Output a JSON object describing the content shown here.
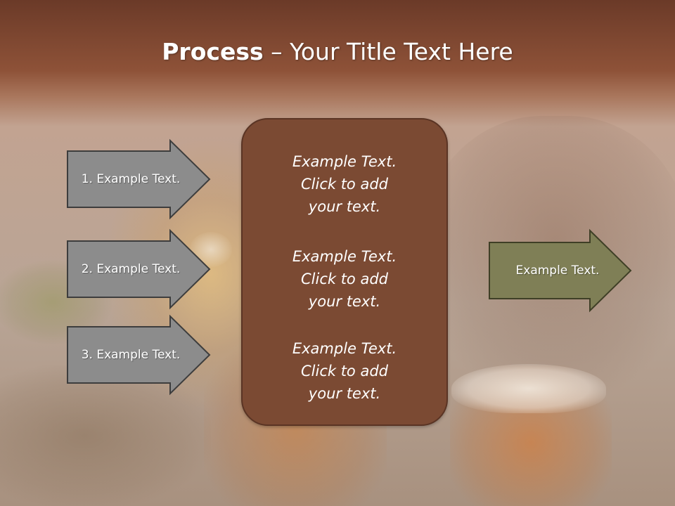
{
  "slide": {
    "title_bold": "Process",
    "title_rest": " – Your Title Text Here"
  },
  "steps": [
    {
      "label": "1. Example Text."
    },
    {
      "label": "2. Example Text."
    },
    {
      "label": "3. Example Text."
    }
  ],
  "center_items": [
    {
      "line1": "Example Text.",
      "line2": "Click  to add",
      "line3": "your text."
    },
    {
      "line1": "Example Text.",
      "line2": "Click  to add",
      "line3": "your text."
    },
    {
      "line1": "Example Text.",
      "line2": "Click  to add",
      "line3": "your text."
    }
  ],
  "output": {
    "label": "Example Text."
  },
  "colors": {
    "step_arrow_fill": "#8c8c8c",
    "output_arrow_fill": "#7f7f56",
    "center_box_fill": "#7b4a33",
    "title_band": "#8e5238"
  },
  "icons": [
    "right-arrow-shape"
  ]
}
